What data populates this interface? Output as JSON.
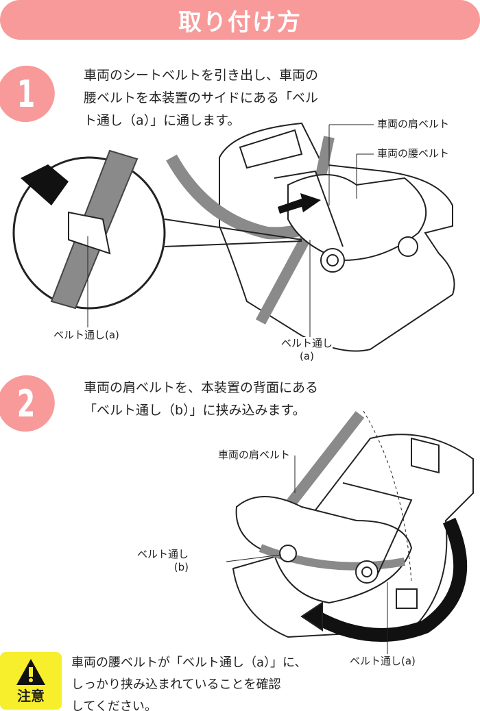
{
  "header": {
    "title": "取り付け方"
  },
  "steps": [
    {
      "number": "1",
      "text": "車両のシートベルトを引き出し、車両の\n腰ベルトを本装置のサイドにある「ベル\nト通し（a）」に通します。",
      "labels": {
        "shoulder_belt": "車両の肩ベルト",
        "lap_belt": "車両の腰ベルト",
        "inset_belt_guide": "ベルト通し(a)",
        "belt_guide": "ベルト通し\n(a)"
      }
    },
    {
      "number": "2",
      "text": "車両の肩ベルトを、本装置の背面にある\n「ベルト通し（b）」に挟み込みます。",
      "labels": {
        "shoulder_belt": "車両の肩ベルト",
        "belt_guide_b": "ベルト通し\n(b)",
        "belt_guide_a": "ベルト通し(a)"
      }
    }
  ],
  "caution": {
    "label": "注意",
    "text": "車両の腰ベルトが「ベルト通し（a）」に、\nしっかり挟み込まれていることを確認\nしてください。"
  },
  "colors": {
    "accent": "#f89a9a",
    "caution": "#f7ee2c",
    "belt": "#8a8a8a"
  }
}
